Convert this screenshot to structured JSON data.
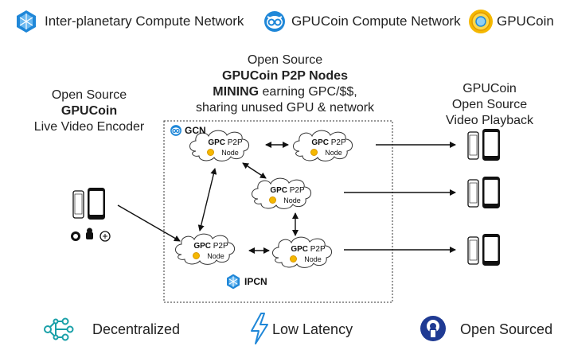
{
  "legend": {
    "ipcn": "Inter-planetary Compute Network",
    "gcn": "GPUCoin Compute Network",
    "coin": "GPUCoin"
  },
  "encoder": {
    "line1": "Open Source",
    "line2": "GPUCoin",
    "line3": "Live Video Encoder"
  },
  "nodes_header": {
    "line1": "Open Source",
    "line2": "GPUCoin P2P Nodes",
    "line3_bold": "MINING",
    "line3_rest": " earning GPC/$$,",
    "line4": "sharing unused GPU & network"
  },
  "playback": {
    "line1": "GPUCoin",
    "line2": "Open Source",
    "line3": "Video Playback"
  },
  "groups": {
    "gcn": "GCN",
    "ipcn": "IPCN"
  },
  "node": {
    "gpc": "GPC",
    "p2p": " P2P",
    "node": "Node"
  },
  "features": {
    "decentralized": "Decentralized",
    "latency": "Low Latency",
    "open": "Open Sourced"
  },
  "colors": {
    "blue": "#1f87d8",
    "gold": "#f5b800",
    "dark": "#222222"
  }
}
